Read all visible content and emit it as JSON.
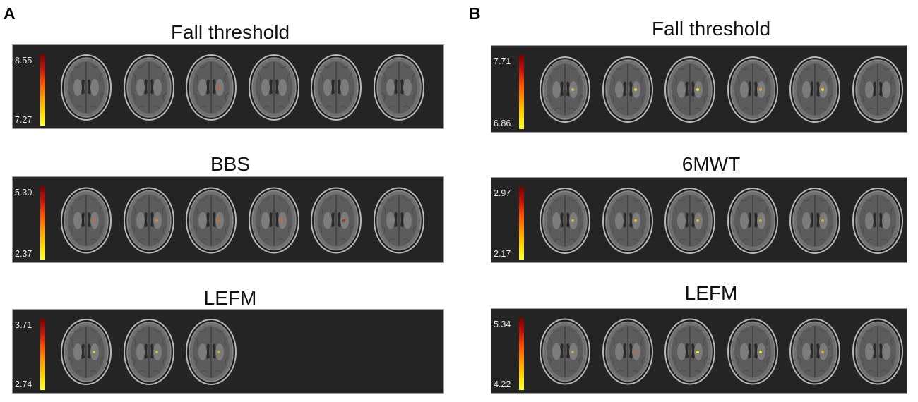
{
  "figure": {
    "colorbar_colors": [
      "#7a0000",
      "#c4140a",
      "#ff5200",
      "#ff9a00",
      "#ffd800",
      "#ffff30"
    ],
    "panels": [
      {
        "letter": "A",
        "rows": [
          {
            "title": "Fall threshold",
            "cbar_max": "8.55",
            "cbar_min": "7.27",
            "slices": 6,
            "activations": [
              {
                "slice": 3,
                "color": "#e05a10"
              }
            ]
          },
          {
            "title": "BBS",
            "cbar_max": "5.30",
            "cbar_min": "2.37",
            "slices": 6,
            "activations": [
              {
                "slice": 1,
                "color": "#e85a10"
              },
              {
                "slice": 2,
                "color": "#e8781a"
              },
              {
                "slice": 3,
                "color": "#e86a14"
              },
              {
                "slice": 4,
                "color": "#e8600e"
              },
              {
                "slice": 5,
                "color": "#cc2a10"
              }
            ]
          },
          {
            "title": "LEFM",
            "cbar_max": "3.71",
            "cbar_min": "2.74",
            "slices": 3,
            "activations": [
              {
                "slice": 1,
                "color": "#c8c830"
              },
              {
                "slice": 2,
                "color": "#b8c030"
              },
              {
                "slice": 3,
                "color": "#c0b030"
              }
            ]
          }
        ]
      },
      {
        "letter": "B",
        "rows": [
          {
            "title": "Fall threshold",
            "cbar_max": "7.71",
            "cbar_min": "6.86",
            "slices": 6,
            "activations": [
              {
                "slice": 1,
                "color": "#d8c040"
              },
              {
                "slice": 2,
                "color": "#e8d030"
              },
              {
                "slice": 3,
                "color": "#f0e020"
              },
              {
                "slice": 4,
                "color": "#e8a020"
              },
              {
                "slice": 5,
                "color": "#f0d020"
              }
            ]
          },
          {
            "title": "6MWT",
            "cbar_max": "2.97",
            "cbar_min": "2.17",
            "slices": 6,
            "activations": [
              {
                "slice": 1,
                "color": "#d8c030"
              },
              {
                "slice": 2,
                "color": "#e8c020"
              },
              {
                "slice": 3,
                "color": "#e0c030"
              },
              {
                "slice": 4,
                "color": "#d8b030"
              },
              {
                "slice": 5,
                "color": "#d0b830"
              }
            ]
          },
          {
            "title": "LEFM",
            "cbar_max": "5.34",
            "cbar_min": "4.22",
            "slices": 6,
            "activations": [
              {
                "slice": 1,
                "color": "#c8b040"
              },
              {
                "slice": 2,
                "color": "#d06020"
              },
              {
                "slice": 3,
                "color": "#f0f020"
              },
              {
                "slice": 4,
                "color": "#f0e820"
              },
              {
                "slice": 5,
                "color": "#e0b020"
              }
            ]
          }
        ]
      }
    ]
  }
}
